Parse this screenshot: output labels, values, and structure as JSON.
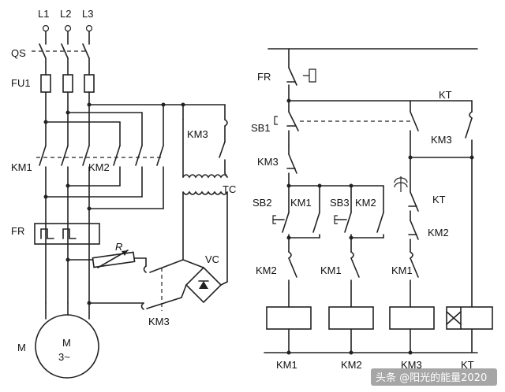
{
  "labels": {
    "L1": "L1",
    "L2": "L2",
    "L3": "L3",
    "QS": "QS",
    "FU1": "FU1",
    "KM1_main": "KM1",
    "KM2_main": "KM2",
    "KM3_top": "KM3",
    "TC": "TC",
    "FR_main": "FR",
    "R": "R",
    "VC": "VC",
    "KM3_bottom": "KM3",
    "M_label": "M",
    "M_motor": "M",
    "motor_phase": "3~",
    "FR_ctrl": "FR",
    "KT_top": "KT",
    "SB1": "SB1",
    "KM3_ctrl_a": "KM3",
    "KM3_ctrl_b": "KM3",
    "SB2": "SB2",
    "KM1_hold": "KM1",
    "SB3": "SB3",
    "KM2_hold": "KM2",
    "KT_mid": "KT",
    "KM2_int": "KM2",
    "KM2_ctrl": "KM2",
    "KM1_ctrl_a": "KM1",
    "KM1_ctrl_b": "KM1",
    "coil_KM1": "KM1",
    "coil_KM2": "KM2",
    "coil_KM3": "KM3",
    "coil_KT": "KT"
  },
  "watermark": "头条 @阳光的能量2020"
}
